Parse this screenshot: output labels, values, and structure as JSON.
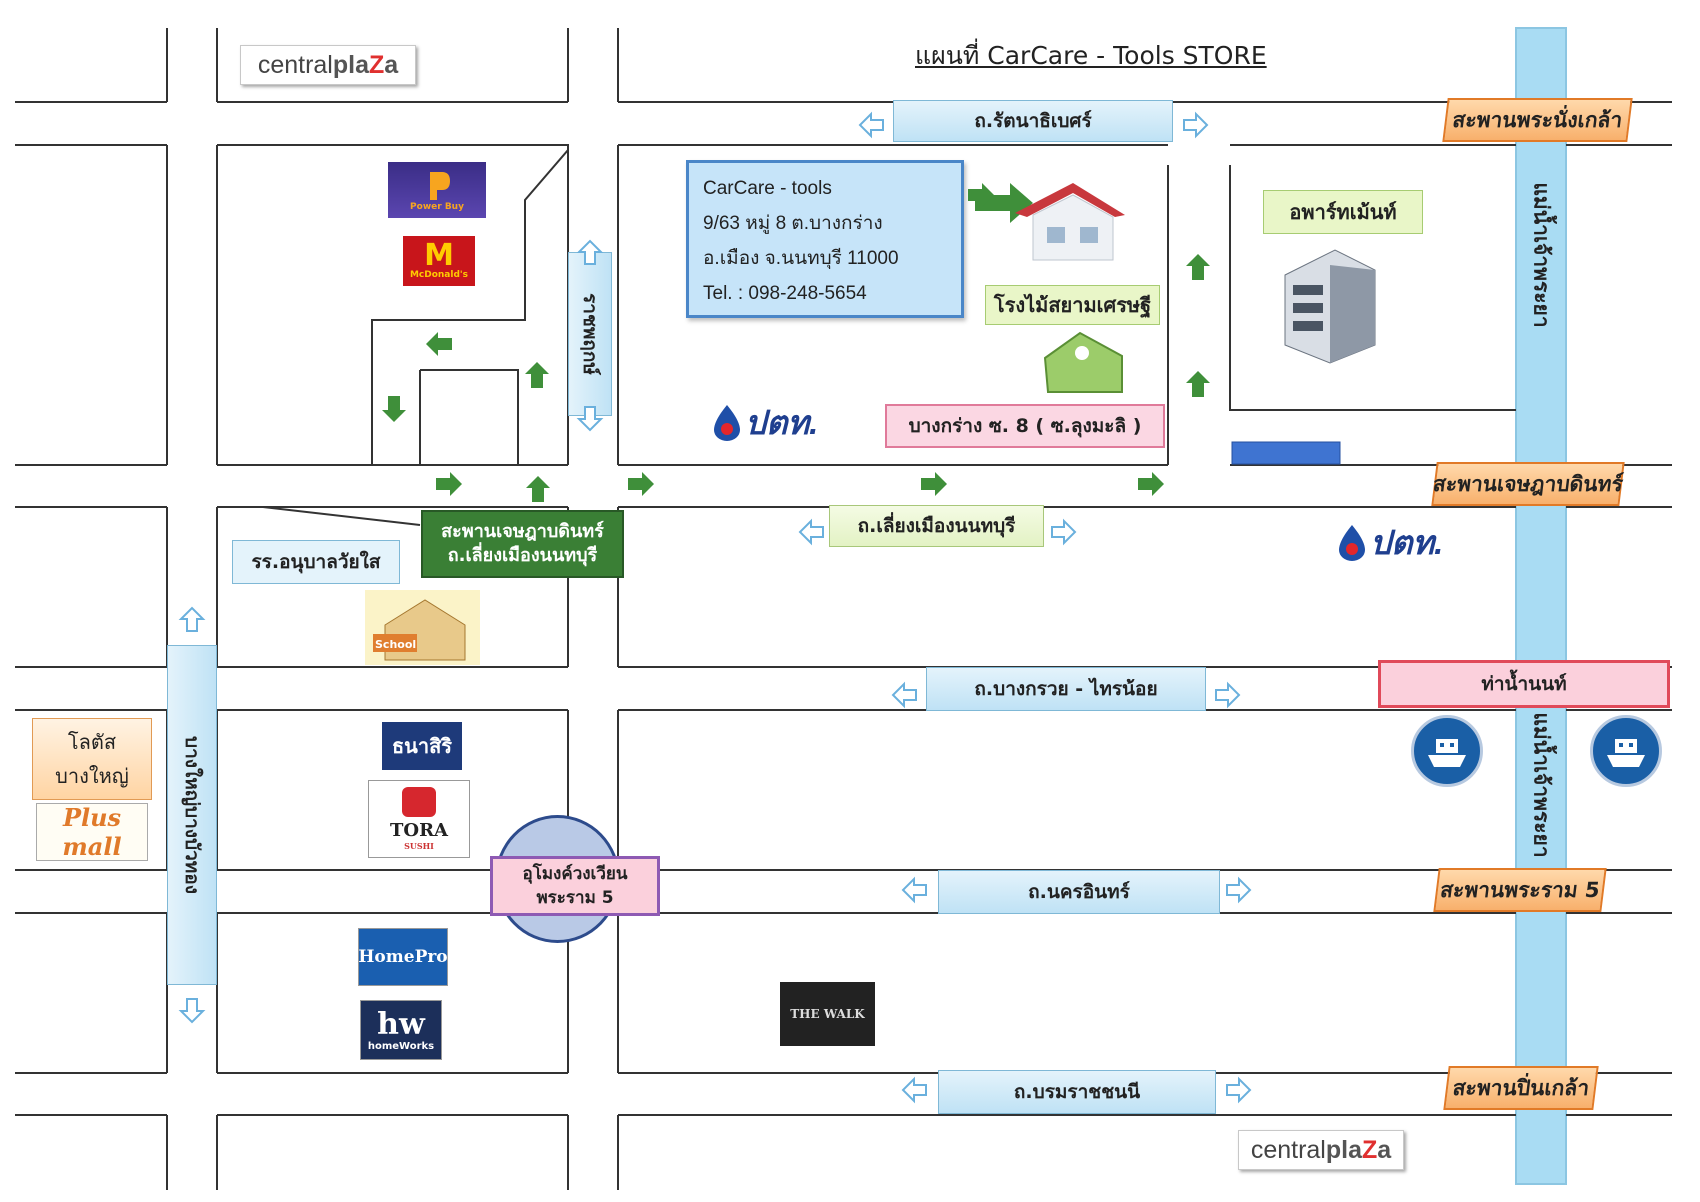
{
  "title": "แผนที่ CarCare - Tools   STORE",
  "address_box": {
    "name": "CarCare - tools",
    "line1": "9/63 หมู่ 8 ต.บางกร่าง",
    "line2": "อ.เมือง จ.นนทบุรี 11000",
    "tel": "Tel. : 098-248-5654"
  },
  "roads": {
    "rattanathibet": "ถ.รัตนาธิเบศร์",
    "liang_mueang": "ถ.เลี่ยงเมืองนนทบุรี",
    "bang_kruai_sai_noi": "ถ.บางกรวย - ไทรน้อย",
    "nakhon_in": "ถ.นครอินทร์",
    "borommaratchachonnani": "ถ.บรมราชชนนี",
    "ratchaphruek": "ราชพฤกษ์",
    "bang_bua_thong": "บางใหญ่บางบัวทอง"
  },
  "bridges": {
    "phra_nang_klao": "สะพานพระนั่งเกล้า",
    "jessada": "สะพานเจษฎาบดินทร์",
    "rama5": "สะพานพระราม 5",
    "pin_klao": "สะพานปิ่นเกล้า"
  },
  "river": {
    "top": "แม่น้ำเจ้าพระยา",
    "bottom": "แม่น้ำเจ้าพระยา"
  },
  "places": {
    "lumber": "โรงไม้สยามเศรษฐี",
    "apartment": "อพาร์ทเม้นท์",
    "soi": "บางกร่าง ซ. 8 ( ซ.ลุงมะลิ )",
    "junction_line1": "สะพานเจษฎาบดินทร์",
    "junction_line2": "ถ.เลี่ยงเมืองนนทบุรี",
    "kindergarten": "รร.อนุบาลวัยใส",
    "lotus": "โลตัสบางใหญ่",
    "pier": "ท่าน้ำนนท์",
    "tunnel": "อุโมงค์วงเวียน พระราม 5",
    "school_sign": "School"
  },
  "logos": {
    "central_plaza_1": "central",
    "central_plaza_2": "pla",
    "central_plaza_3": "Z",
    "central_plaza_4": "a",
    "powerbuy": "Power Buy",
    "mcdonalds": "McDonald's",
    "ptt": "ปตท.",
    "thanasiri": "ธนาสิริ",
    "tora": "TORA",
    "tora_sub": "SUSHI",
    "homepro": "HomePro",
    "homeworks": "hw",
    "homeworks_sub": "homeWorks",
    "thewalk": "THE WALK",
    "plusmall": "Plus mall"
  },
  "colors": {
    "road_line": "#333333",
    "river": "#a9dcf3",
    "arrow_green": "#3f8f3a",
    "arrow_outline": "#6ab0dd"
  }
}
